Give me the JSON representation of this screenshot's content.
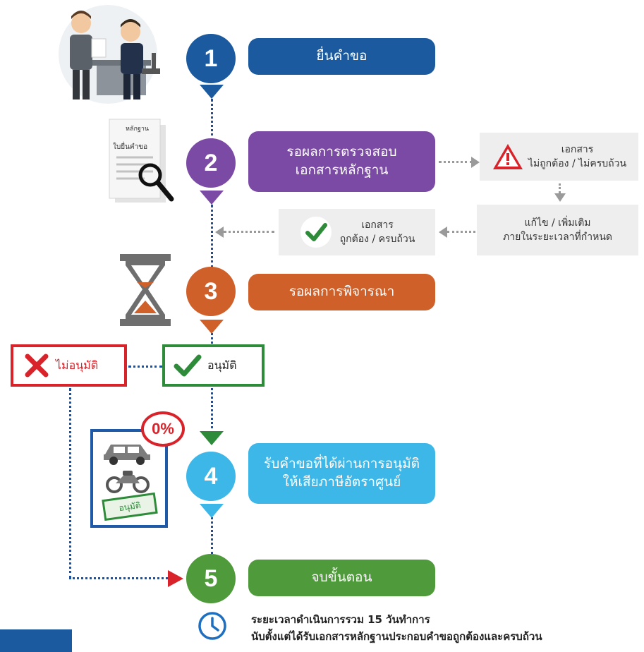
{
  "colors": {
    "step1": "#1b5a9e",
    "step2": "#7b4aa4",
    "step3": "#d0602a",
    "step4": "#3db6e8",
    "step5": "#4f9a3a",
    "connector": "#1e4f9c",
    "reject": "#d8232a",
    "approve": "#2e8b3a"
  },
  "steps": [
    {
      "number": "1",
      "label": "ยื่นคำขอ"
    },
    {
      "number": "2",
      "label_line1": "รอผลการตรวจสอบ",
      "label_line2": "เอกสารหลักฐาน"
    },
    {
      "number": "3",
      "label": "รอผลการพิจารณา"
    },
    {
      "number": "4",
      "label_line1": "รับคำขอที่ได้ผ่านการอนุมัติ",
      "label_line2": "ให้เสียภาษีอัตราศูนย์"
    },
    {
      "number": "5",
      "label": "จบขั้นตอน"
    }
  ],
  "check_branch": {
    "incomplete_line1": "เอกสาร",
    "incomplete_line2": "ไม่ถูกต้อง / ไม่ครบถ้วน",
    "fix_line1": "แก้ไข / เพิ่มเติม",
    "fix_line2": "ภายในระยะเวลาที่กำหนด",
    "complete_line1": "เอกสาร",
    "complete_line2": "ถูกต้อง / ครบถ้วน"
  },
  "decision": {
    "reject_label": "ไม่อนุมัติ",
    "approve_label": "อนุมัติ"
  },
  "illustrations": {
    "document_line1": "หลักฐาน",
    "document_line2": "ใบยื่นคำขอ",
    "badge_percent": "0%",
    "stamp_label": "อนุมัติ",
    "icons": [
      "people-meeting-icon",
      "magnifier-icon",
      "hourglass-icon",
      "car-icon",
      "motorcycle-icon",
      "clock-icon",
      "warning-icon",
      "check-icon",
      "x-icon"
    ]
  },
  "footer": {
    "line1": "ระยะเวลาดำเนินการรวม 15 วันทำการ",
    "line2": "นับตั้งแต่ได้รับเอกสารหลักฐานประกอบคำขอถูกต้องและครบถ้วน"
  }
}
